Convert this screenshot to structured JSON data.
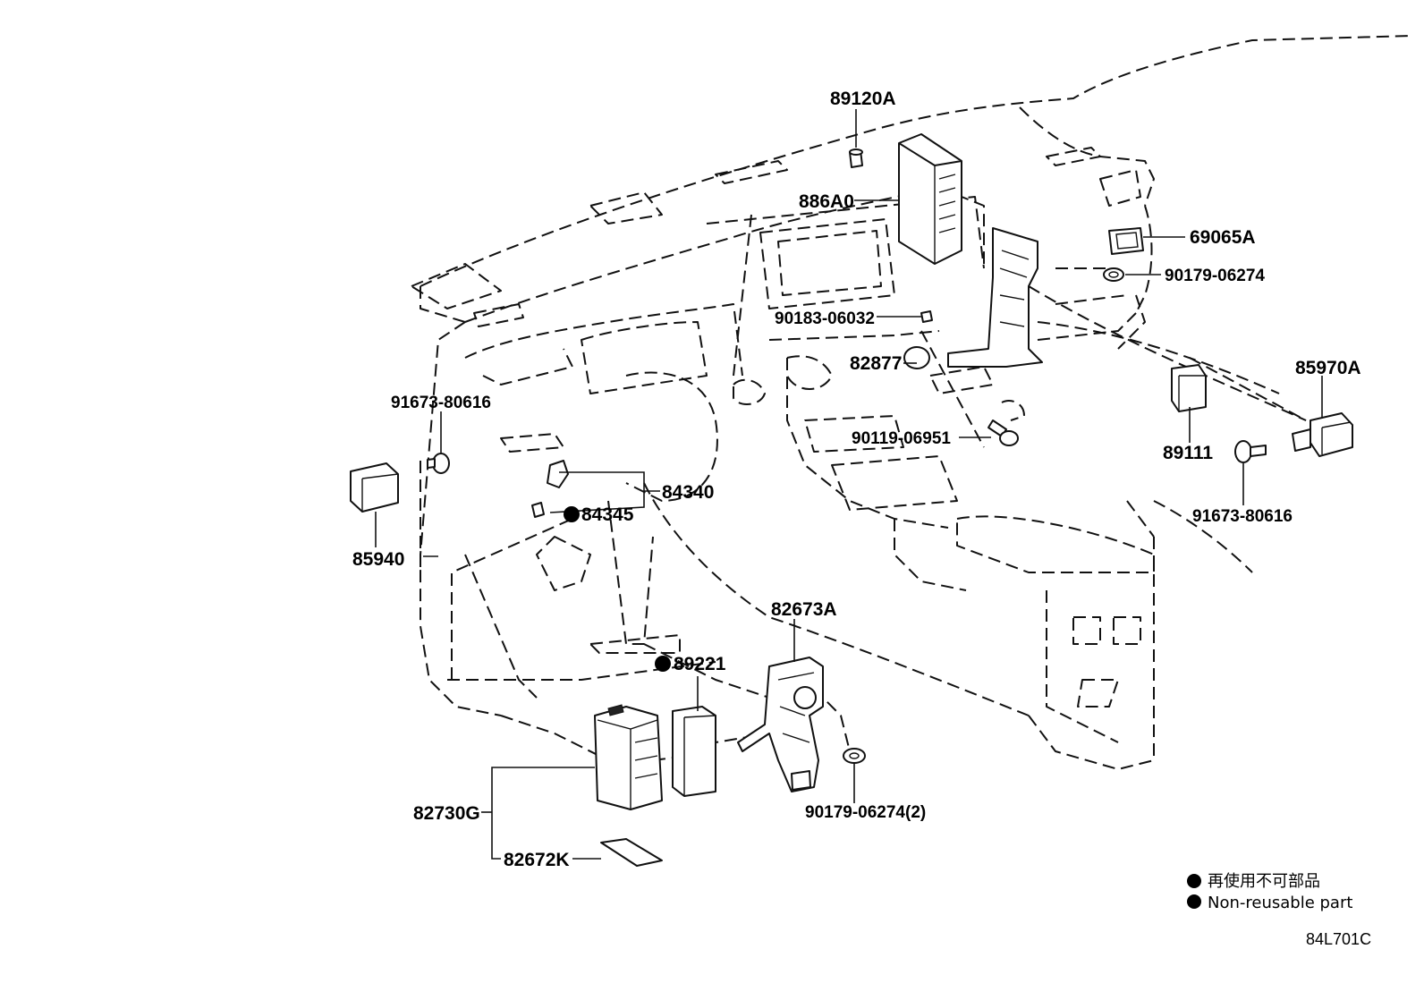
{
  "parts": {
    "p89120A": "89120A",
    "p886A0": "886A0",
    "p69065A": "69065A",
    "p90179_06274_a": "90179-06274",
    "p90183_06032": "90183-06032",
    "p82877": "82877",
    "p85970A": "85970A",
    "p91673_80616_a": "91673-80616",
    "p90119_06951": "90119-06951",
    "p89111": "89111",
    "p91673_80616_b": "91673-80616",
    "p84340": "84340",
    "p84345": "84345",
    "p85940": "85940",
    "p82673A": "82673A",
    "p89221": "89221",
    "p90179_06274_2": "90179-06274(2)",
    "p82730G": "82730G",
    "p82672K": "82672K"
  },
  "legend": {
    "japanese": "再使用不可部品",
    "english": "Non-reusable part"
  },
  "diagram_code": "84L701C"
}
